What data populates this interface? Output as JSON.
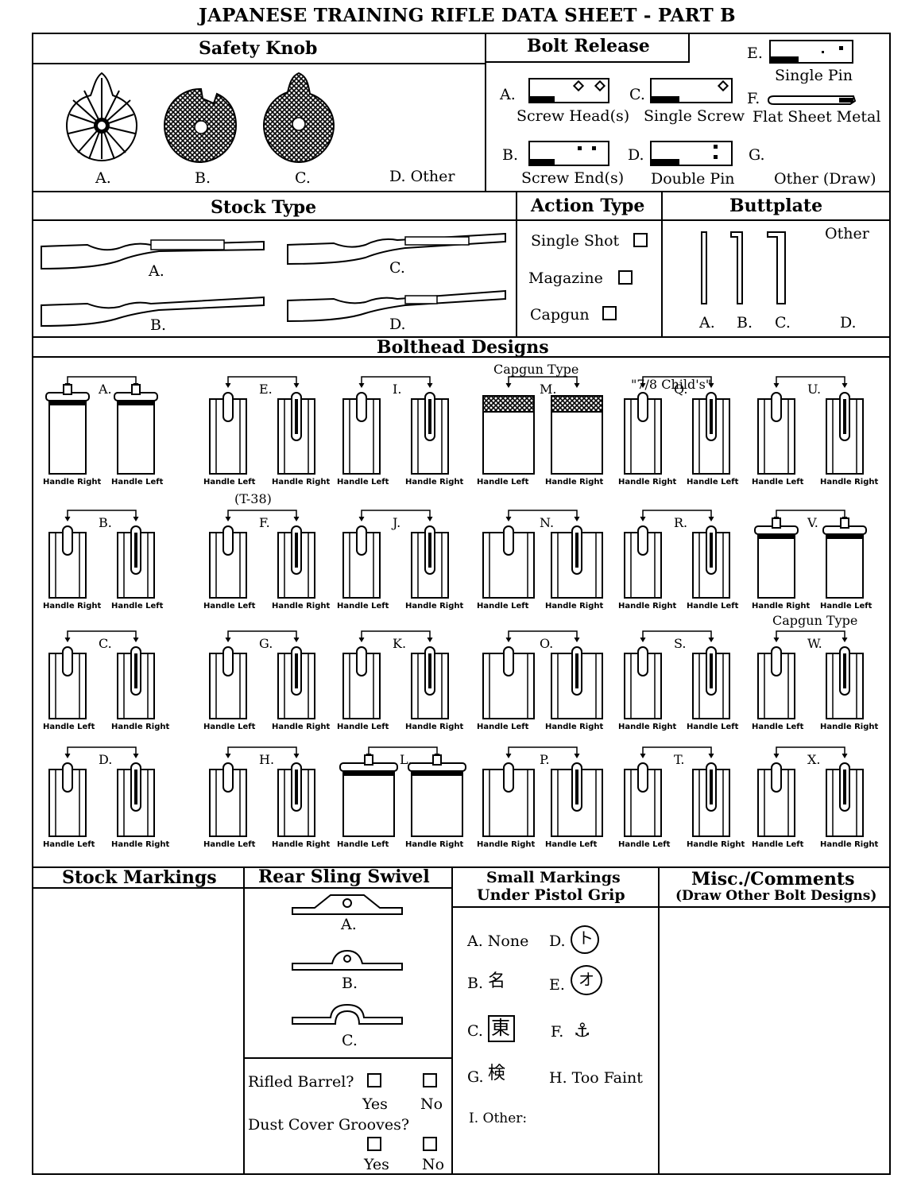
{
  "title": "JAPANESE TRAINING RIFLE DATA SHEET - PART B",
  "safety_knob": {
    "heading": "Safety Knob",
    "labels": [
      "A.",
      "B.",
      "C.",
      "D.  Other"
    ]
  },
  "bolt_release": {
    "heading": "Bolt Release",
    "a_letter": "A.",
    "a_label": "Screw Head(s)",
    "b_letter": "B.",
    "b_label": "Screw End(s)",
    "c_letter": "C.",
    "c_label": "Single Screw",
    "d_letter": "D.",
    "d_label": "Double Pin",
    "e_letter": "E.",
    "e_label": "Single Pin",
    "f_letter": "F.",
    "f_label": "Flat Sheet Metal",
    "g_letter": "G.",
    "g_label": "Other (Draw)"
  },
  "stock_type": {
    "heading": "Stock Type",
    "labels": [
      "A.",
      "B.",
      "C.",
      "D."
    ]
  },
  "action_type": {
    "heading": "Action Type",
    "options": [
      "Single Shot",
      "Magazine",
      "Capgun"
    ]
  },
  "buttplate": {
    "heading": "Buttplate",
    "other": "Other",
    "labels": [
      "A.",
      "B.",
      "C.",
      "D."
    ]
  },
  "bolthead": {
    "heading": "Bolthead Designs",
    "capgun_type": "Capgun Type",
    "childs": "\"7/8  Child's\"",
    "t38": "(T-38)",
    "handle_left": "Handle Left",
    "handle_right": "Handle Right",
    "letters": [
      "A.",
      "E.",
      "I.",
      "M.",
      "Q.",
      "U.",
      "B.",
      "F.",
      "J.",
      "N.",
      "R.",
      "V.",
      "C.",
      "G.",
      "K.",
      "O.",
      "S.",
      "W.",
      "D.",
      "H.",
      "L.",
      "P.",
      "T.",
      "X."
    ]
  },
  "stock_markings": {
    "heading": "Stock Markings"
  },
  "rear_sling_swivel": {
    "heading": "Rear Sling Swivel",
    "labels": [
      "A.",
      "B.",
      "C."
    ]
  },
  "barrel": {
    "rifled_q": "Rifled Barrel?",
    "dust_q": "Dust Cover Grooves?",
    "yes": "Yes",
    "no": "No"
  },
  "small_markings": {
    "heading1": "Small Markings",
    "heading2": "Under Pistol Grip",
    "a": "A. None",
    "b_letter": "B.",
    "b_char": "名",
    "c_letter": "C.",
    "c_char": "東",
    "d_letter": "D.",
    "d_char": "ト",
    "e_letter": "E.",
    "e_char": "オ",
    "f_letter": "F.",
    "f_char": "⚓",
    "g_letter": "G.",
    "g_char": "検",
    "h": "H. Too Faint",
    "i": "I.  Other:"
  },
  "misc": {
    "heading": "Misc./Comments",
    "sub": "(Draw Other Bolt Designs)"
  }
}
